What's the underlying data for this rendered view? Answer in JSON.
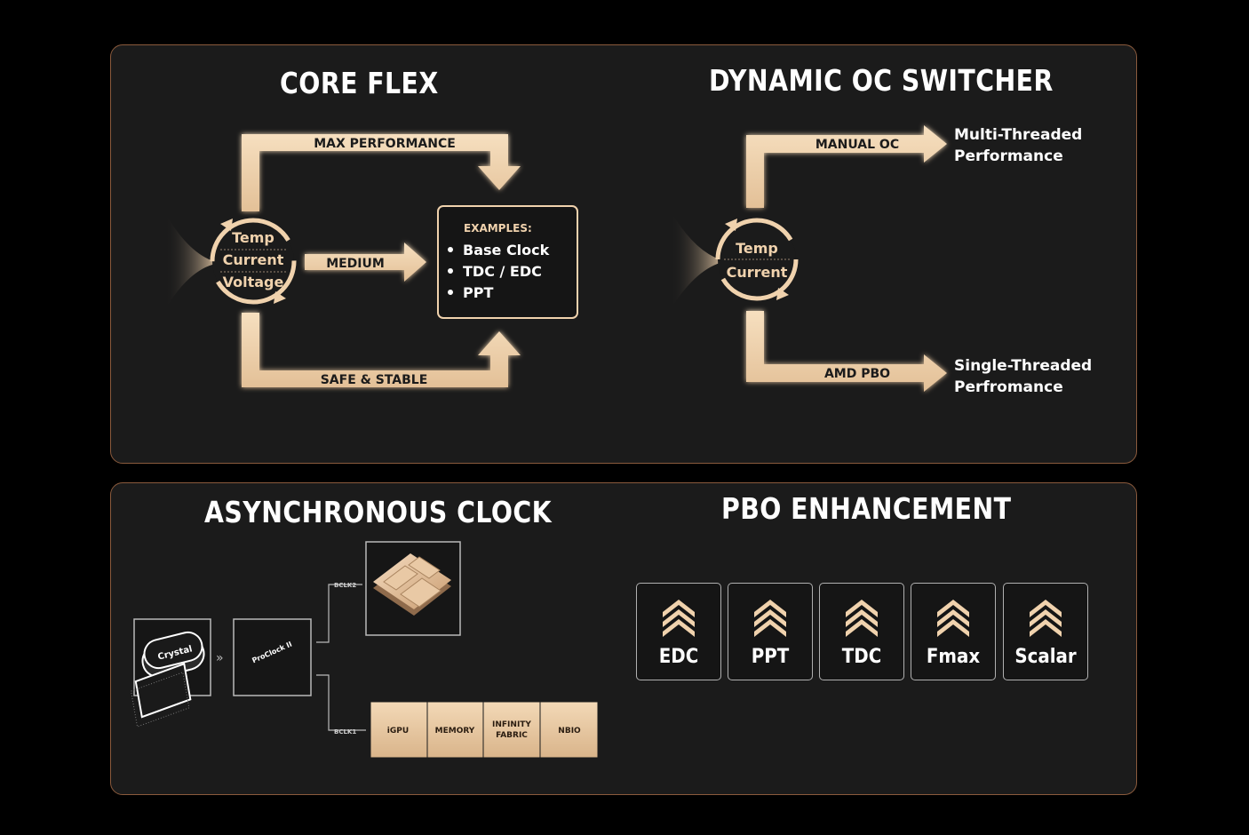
{
  "core_flex": {
    "title": "CORE FLEX",
    "circle_lines": [
      "Temp",
      "Current",
      "Voltage"
    ],
    "paths": {
      "top": "MAX PERFORMANCE",
      "middle": "MEDIUM",
      "bottom": "SAFE & STABLE"
    },
    "examples_title": "EXAMPLES:",
    "examples": [
      "Base Clock",
      "TDC / EDC",
      "PPT"
    ]
  },
  "dynamic_oc": {
    "title": "DYNAMIC OC SWITCHER",
    "circle_lines": [
      "Temp",
      "Current"
    ],
    "top_path": "MANUAL OC",
    "bottom_path": "AMD PBO",
    "top_result": [
      "Multi-Threaded",
      "Performance"
    ],
    "bottom_result": [
      "Single-Threaded",
      "Perfromance"
    ]
  },
  "async_clock": {
    "title": "ASYNCHRONOUS CLOCK",
    "crystal": "Crystal",
    "proclock": "ProClock II",
    "bclk2": "BCLK2",
    "bclk1": "BCLK1",
    "blocks": [
      "iGPU",
      "MEMORY",
      "INFINITY FABRIC",
      "NBIO"
    ]
  },
  "pbo": {
    "title": "PBO ENHANCEMENT",
    "items": [
      "EDC",
      "PPT",
      "TDC",
      "Fmax",
      "Scalar"
    ]
  },
  "colors": {
    "accent": "#f0d2ad",
    "border": "#8a5a3c",
    "panel": "#1b1b1b"
  }
}
